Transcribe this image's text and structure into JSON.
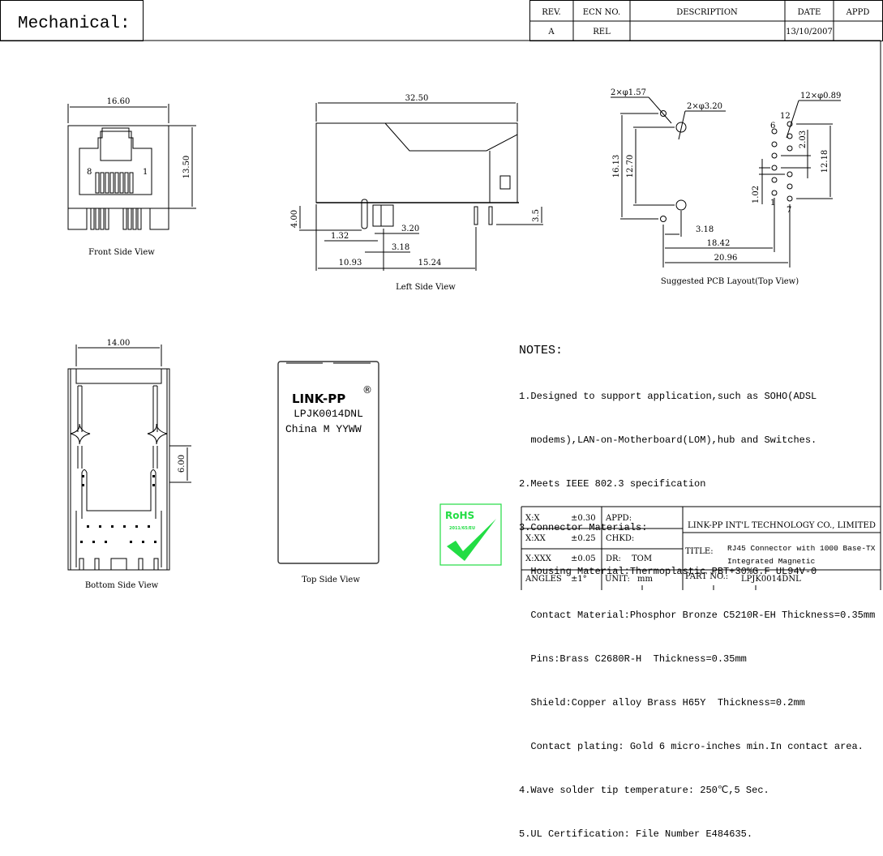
{
  "header": {
    "title": "Mechanical:"
  },
  "revision_table": {
    "columns": [
      "REV.",
      "ECN NO.",
      "DESCRIPTION",
      "DATE",
      "APPD"
    ],
    "rows": [
      [
        "A",
        "REL",
        "",
        "13/10/2007",
        ""
      ]
    ]
  },
  "front_view": {
    "label": "Front Side View",
    "width": "16.60",
    "height": "13.50",
    "pin_left": "8",
    "pin_right": "1"
  },
  "left_view": {
    "label": "Left Side View",
    "length": "32.50",
    "d_400": "4.00",
    "d_35": "3.5",
    "d_132": "1.32",
    "d_320": "3.20",
    "d_318": "3.18",
    "d_1093": "10.93",
    "d_1524": "15.24"
  },
  "pcb_layout": {
    "label": "Suggested PCB Layout(Top View)",
    "hole_a": "2×φ1.57",
    "hole_b": "2×φ3.20",
    "hole_c": "12×φ0.89",
    "d_1613": "16.13",
    "d_1270": "12.70",
    "d_318": "3.18",
    "d_1842": "18.42",
    "d_2096": "20.96",
    "d_203": "2.03",
    "d_1218": "12.18",
    "d_102": "1.02",
    "pin_12": "12",
    "pin_6": "6",
    "pin_1": "1",
    "pin_7": "7"
  },
  "bottom_view": {
    "label": "Bottom Side View",
    "width": "14.00",
    "d_600": "6.00"
  },
  "top_view": {
    "label": "Top Side View",
    "brand": "LINK-PP",
    "registered": "®",
    "part": "LPJK0014DNL",
    "marking": "China M YYWW"
  },
  "rohs": {
    "text": "RoHS",
    "directive": "2011/65/EU",
    "color": "#22dd44"
  },
  "notes": {
    "heading": "NOTES:",
    "lines": [
      "1.Designed to support application,such as SOHO(ADSL",
      "  modems),LAN-on-Motherboard(LOM),hub and Switches.",
      "2.Meets IEEE 802.3 specification",
      "3.Connector Materials:",
      "  Housing Material:Thermoplastic PBT+30%G.F UL94V-0",
      "  Contact Material:Phosphor Bronze C5210R-EH Thickness=0.35mm",
      "  Pins:Brass C2680R-H  Thickness=0.35mm",
      "  Shield:Copper alloy Brass H65Y  Thickness=0.2mm",
      "  Contact plating: Gold 6 micro-inches min.In contact area.",
      "4.Wave solder tip temperature: 250℃,5 Sec.",
      "5.UL Certification: File Number E484635."
    ]
  },
  "title_block": {
    "tolerances": [
      {
        "label": "X:X",
        "value": "±0.30"
      },
      {
        "label": "X:XX",
        "value": "±0.25"
      },
      {
        "label": "X:XXX",
        "value": "±0.05"
      },
      {
        "label": "ANGLES",
        "value": "±1°"
      }
    ],
    "appd": "APPD:",
    "chkd": "CHKD:",
    "dr_label": "DR:",
    "dr_value": "TOM",
    "unit_label": "UNIT:",
    "unit_value": "mm",
    "company": "LINK-PP INT'L TECHNOLOGY CO., LIMITED",
    "title_label": "TITLE:",
    "title_line1": "RJ45 Connector with 1000 Base-TX",
    "title_line2": "Integrated Magnetic",
    "part_label": "PART NO.:",
    "part_value": "LPJK0014DNL"
  }
}
